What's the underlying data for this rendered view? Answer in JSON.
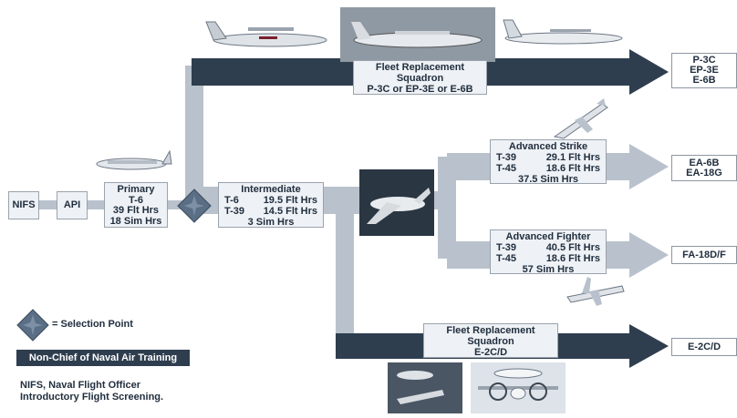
{
  "flow": {
    "nifs": "NIFS",
    "api": "API",
    "primary": {
      "title": "Primary",
      "aircraft": "T-6",
      "flt": "39 Flt Hrs",
      "sim": "18 Sim Hrs"
    },
    "intermediate": {
      "title": "Intermediate",
      "rows": [
        {
          "aircraft": "T-6",
          "hours": "19.5 Flt Hrs"
        },
        {
          "aircraft": "T-39",
          "hours": "14.5 Flt Hrs"
        }
      ],
      "sim": "3 Sim Hrs"
    },
    "advanced_strike": {
      "title": "Advanced Strike",
      "rows": [
        {
          "aircraft": "T-39",
          "hours": "29.1 Flt Hrs"
        },
        {
          "aircraft": "T-45",
          "hours": "18.6 Flt Hrs"
        }
      ],
      "sim": "37.5 Sim Hrs"
    },
    "advanced_fighter": {
      "title": "Advanced Fighter",
      "rows": [
        {
          "aircraft": "T-39",
          "hours": "40.5 Flt Hrs"
        },
        {
          "aircraft": "T-45",
          "hours": "18.6 Flt Hrs"
        }
      ],
      "sim": "57 Sim Hrs"
    },
    "frs_top": {
      "line1": "Fleet Replacement",
      "line2": "Squadron",
      "line3": "P-3C or EP-3E or E-6B"
    },
    "frs_bottom": {
      "line1": "Fleet Replacement",
      "line2": "Squadron",
      "line3": "E-2C/D"
    }
  },
  "destinations": {
    "top": [
      "P-3C",
      "EP-3E",
      "E-6B"
    ],
    "strike": [
      "EA-6B",
      "EA-18G"
    ],
    "fighter": "FA-18D/F",
    "bottom": "E-2C/D"
  },
  "legend": {
    "selection_point": "= Selection Point",
    "non_cnatra": "Non-Chief of Naval Air Training",
    "footnote_line1": "NIFS, Naval Flight Officer",
    "footnote_line2": "Introductory Flight Screening."
  },
  "colors": {
    "dark_arrow": "#2f3e4f",
    "light_arrow": "#b9c2cc",
    "diamond": "#5a6f86",
    "box_fill": "#eef1f5"
  },
  "icons": [
    "diamond-icon",
    "aircraft-photo"
  ]
}
